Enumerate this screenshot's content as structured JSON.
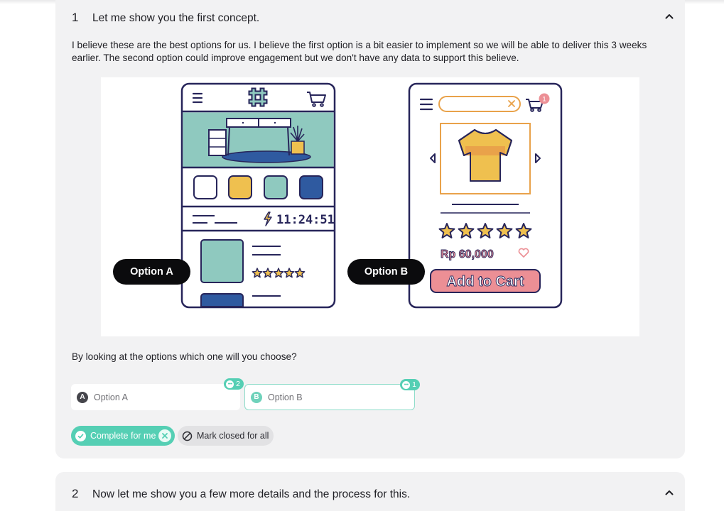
{
  "sections": [
    {
      "number": "1",
      "title": "Let me show you the first concept.",
      "description": "I believe these are the best options for us. I believe the first option is a bit easier to implement so we will be able to deliver this 3 weeks earlier. The second option could improve engagement but we don't have any data to support this believe.",
      "illustration": {
        "option_a_label": "Option A",
        "option_b_label": "Option B",
        "countdown": "11:24:51",
        "cart_badge": "1",
        "price": "Rp 60,000",
        "cta": "Add to Cart",
        "rating_stars_a": 5,
        "rating_stars_b": 5
      },
      "question": "By looking at the options which one will you choose?",
      "options": [
        {
          "letter": "A",
          "label": "Option A",
          "votes": "2"
        },
        {
          "letter": "B",
          "label": "Option B",
          "votes": "1"
        }
      ],
      "actions": {
        "complete_label": "Complete for me",
        "close_label": "Mark closed for all"
      }
    },
    {
      "number": "2",
      "title": "Now let me show you a few more details and the process for this."
    }
  ],
  "colors": {
    "card_bg": "#f2f2f3",
    "accent_teal": "#55cfb4",
    "illus_teal": "#8fc9bf",
    "illus_navy": "#27255a",
    "illus_yellow": "#efc04f",
    "illus_blue": "#2f5aa0",
    "illus_pink": "#ec8f95",
    "illus_orange": "#e9a24a"
  }
}
